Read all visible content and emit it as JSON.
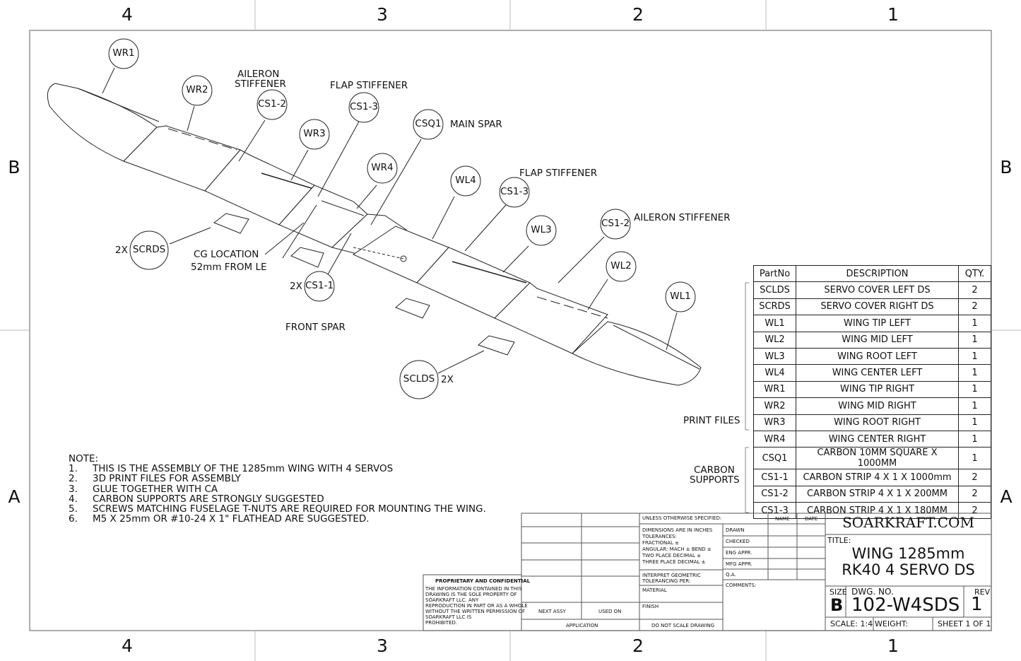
{
  "zones": {
    "top": [
      "4",
      "3",
      "2",
      "1"
    ],
    "bottom": [
      "4",
      "3",
      "2",
      "1"
    ],
    "left": [
      "B",
      "A"
    ],
    "right": [
      "B",
      "A"
    ]
  },
  "balloons": {
    "wr1": "WR1",
    "wr2": "WR2",
    "wr3": "WR3",
    "wr4": "WR4",
    "cs12_right": "CS1-2",
    "cs13_right": "CS1-3",
    "csq1": "CSQ1",
    "wl4": "WL4",
    "cs13_left": "CS1-3",
    "wl3": "WL3",
    "cs12_left": "CS1-2",
    "wl2": "WL2",
    "wl1": "WL1",
    "scrds": "SCRDS",
    "cs11": "CS1-1",
    "sclds": "SCLDS"
  },
  "labels": {
    "aileron_stiffener_1": "AILERON",
    "aileron_stiffener_2": "STIFFENER",
    "flap_stiffener_right": "FLAP STIFFENER",
    "main_spar": "MAIN SPAR",
    "flap_stiffener_left": "FLAP STIFFENER",
    "aileron_stiffener_left": "AILERON STIFFENER",
    "qty_scrds": "2X",
    "cg_location_1": "CG LOCATION",
    "cg_location_2": "52mm FROM LE",
    "qty_cs11": "2X",
    "front_spar": "FRONT SPAR",
    "qty_sclds": "2X",
    "print_files": "PRINT FILES",
    "carbon_supports_1": "CARBON",
    "carbon_supports_2": "SUPPORTS"
  },
  "notes": {
    "heading": "NOTE:",
    "items": [
      {
        "n": "1.",
        "text": "THIS IS THE ASSEMBLY OF THE 1285mm WING WITH 4 SERVOS"
      },
      {
        "n": "2.",
        "text": "3D PRINT FILES FOR ASSEMBLY"
      },
      {
        "n": "3.",
        "text": "GLUE TOGETHER WITH CA"
      },
      {
        "n": "4.",
        "text": "CARBON SUPPORTS ARE STRONGLY SUGGESTED"
      },
      {
        "n": "5.",
        "text": "SCREWS MATCHING FUSELAGE T-NUTS ARE REQUIRED FOR MOUNTING THE WING."
      },
      {
        "n": "6.",
        "text": "M5 X 25mm OR #10-24 X 1\" FLATHEAD ARE SUGGESTED."
      }
    ]
  },
  "bom": {
    "headers": [
      "PartNo",
      "DESCRIPTION",
      "QTY."
    ],
    "rows": [
      [
        "SCLDS",
        "SERVO COVER LEFT DS",
        "2"
      ],
      [
        "SCRDS",
        "SERVO COVER RIGHT DS",
        "2"
      ],
      [
        "WL1",
        "WING TIP LEFT",
        "1"
      ],
      [
        "WL2",
        "WING MID LEFT",
        "1"
      ],
      [
        "WL3",
        "WING ROOT LEFT",
        "1"
      ],
      [
        "WL4",
        "WING CENTER LEFT",
        "1"
      ],
      [
        "WR1",
        "WING TIP RIGHT",
        "1"
      ],
      [
        "WR2",
        "WING MID RIGHT",
        "1"
      ],
      [
        "WR3",
        "WING ROOT RIGHT",
        "1"
      ],
      [
        "WR4",
        "WING CENTER RIGHT",
        "1"
      ],
      [
        "CSQ1",
        "CARBON 10MM SQUARE X 1000MM",
        "1"
      ],
      [
        "CS1-1",
        "CARBON STRIP 4 X 1 X 1000mm",
        "2"
      ],
      [
        "CS1-2",
        "CARBON STRIP 4 X 1 X 200MM",
        "2"
      ],
      [
        "CS1-3",
        "CARBON STRIP 4 X 1 X 180MM",
        "2"
      ]
    ]
  },
  "title_block": {
    "company": "SOARKRAFT.COM",
    "title_label": "TITLE:",
    "title_line1": "WING 1285mm",
    "title_line2": "RK40 4 SERVO DS",
    "size_label": "SIZE",
    "size": "B",
    "dwg_no_label": "DWG.  NO.",
    "dwg_no": "102-W4SDS",
    "rev_label": "REV",
    "rev": "1",
    "scale": "SCALE: 1:4",
    "weight": "WEIGHT:",
    "sheet": "SHEET 1 OF 1",
    "unless": "UNLESS OTHERWISE SPECIFIED:",
    "name": "NAME",
    "date": "DATE",
    "dims1": "DIMENSIONS ARE IN INCHES",
    "dims2": "TOLERANCES:",
    "dims3": "FRACTIONAL ±",
    "dims4": "ANGULAR: MACH ±    BEND ±",
    "dims5": "TWO PLACE DECIMAL    ±",
    "dims6": "THREE PLACE DECIMAL  ±",
    "drawn": "DRAWN",
    "checked": "CHECKED",
    "eng": "ENG APPR.",
    "mfg": "MFG APPR.",
    "qa": "Q.A.",
    "comments": "COMMENTS:",
    "interp1": "INTERPRET GEOMETRIC",
    "interp2": "TOLERANCING PER:",
    "material": "MATERIAL",
    "finish": "FINISH",
    "next_assy": "NEXT ASSY",
    "used_on": "USED ON",
    "application": "APPLICATION",
    "do_not_scale": "DO NOT SCALE DRAWING",
    "prop_title": "PROPRIETARY AND CONFIDENTIAL",
    "prop1": "THE INFORMATION CONTAINED IN THIS",
    "prop2": "DRAWING IS THE SOLE PROPERTY OF",
    "prop3": "SOARKRAFT LLC.  ANY",
    "prop4": "REPRODUCTION IN PART OR AS A WHOLE",
    "prop5": "WITHOUT THE WRITTEN PERMISSION OF",
    "prop6": "SOARKRAFT LLC IS",
    "prop7": "PROHIBITED."
  }
}
